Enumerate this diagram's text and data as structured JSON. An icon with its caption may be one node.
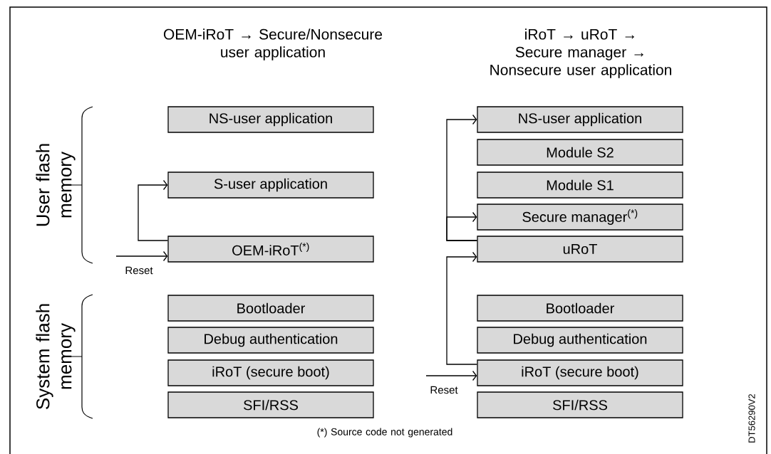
{
  "diagram": {
    "nodes": [
      {
        "text": [
          "NS-user application"
        ]
      },
      {
        "text": [
          "NS-user application"
        ]
      },
      {
        "text": [
          "Module S2"
        ]
      },
      {
        "text": [
          "Module S1"
        ]
      },
      {
        "text": [
          "S-user application"
        ]
      },
      {
        "text": [
          "Secure manager$^{(*)}$"
        ]
      },
      {
        "text": [
          "OEM-iRoT$^{(*)}$"
        ]
      },
      {
        "text": [
          "uRoT"
        ]
      },
      {
        "text": [
          "Bootloader"
        ]
      },
      {
        "text": [
          "Bootloader"
        ]
      },
      {
        "text": [
          "Debug authentication"
        ]
      },
      {
        "text": [
          "Debug authentication"
        ]
      },
      {
        "text": [
          "iRoT (secure boot)"
        ]
      },
      {
        "text": [
          "iRoT (secure boot)"
        ]
      },
      {
        "text": [
          "SFI/RSS"
        ]
      },
      {
        "text": [
          "SFI/RSS"
        ]
      }
    ],
    "edges": [
      {
        "from": null,
        "to": 6,
        "arrow": "to",
        "label": "Reset"
      },
      {
        "from": 6,
        "to": 4,
        "arrow": "to"
      },
      {
        "from": null,
        "to": 13,
        "arrow": "to",
        "label": "Reset"
      },
      {
        "from": 13,
        "to": 7,
        "arrow": "to"
      },
      {
        "from": 7,
        "to": 5,
        "arrow": "to"
      },
      {
        "from": 7,
        "to": 1,
        "arrow": "to"
      }
    ],
    "labels": [
      "OEM-iRoT → Secure/Nonsecure user application",
      "iRoT → uRoT → Secure manager → Nonsecure user application",
      "User flash memory",
      "System flash memory",
      "(*) Source code not generated",
      "DT56290V2"
    ]
  }
}
